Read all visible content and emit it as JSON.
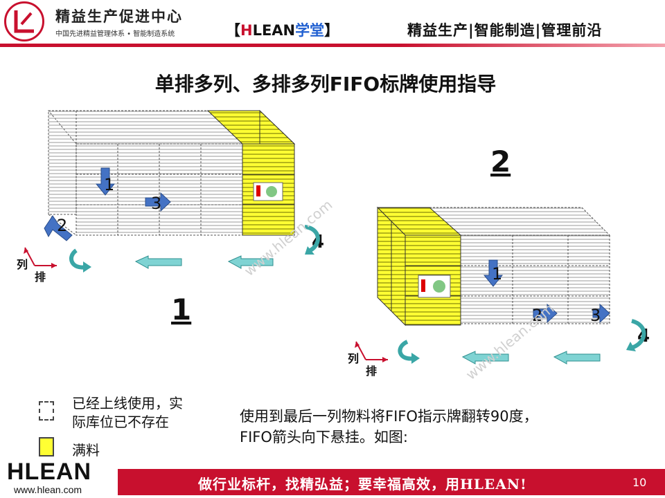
{
  "header": {
    "logo_title": "精益生产促进中心",
    "logo_subtitle": "中国先进精益管理体系 • 智能制造系统",
    "center_bracket_open": "【",
    "center_brand_h": "H",
    "center_brand_rest": "LEAN",
    "center_xuetang": "学堂",
    "center_bracket_close": "】",
    "right_text": "精益生产|智能制造|管理前沿"
  },
  "title": "单排多列、多排多列FIFO标牌使用指导",
  "diagram": {
    "scene1": {
      "step_number": "1",
      "arrow_labels": [
        "1",
        "2",
        "3",
        "4"
      ],
      "axis_col": "列",
      "axis_row": "排"
    },
    "scene2": {
      "step_number": "2",
      "arrow_labels": [
        "1",
        "2",
        "3",
        "4"
      ],
      "axis_col": "列",
      "axis_row": "排"
    },
    "watermark": "www.hlean.com"
  },
  "legend": {
    "used_line1": "已经上线使用，实",
    "used_line2": "际库位已不存在",
    "full": "满料"
  },
  "instruction": {
    "line1": "使用到最后一列物料将FIFO指示牌翻转90度，",
    "line2": "FIFO箭头向下悬挂。如图:"
  },
  "footer": {
    "brand": "HLEAN",
    "url": "www.hlean.com",
    "slogan": "做行业标杆，找精弘益；要幸福高效，用HLEAN!",
    "page_number": "10"
  },
  "colors": {
    "brand_red": "#c8102e",
    "rack_yellow": "#ffff33",
    "arrow_blue": "#4472c4",
    "arrow_teal": "#7fd3d3"
  }
}
